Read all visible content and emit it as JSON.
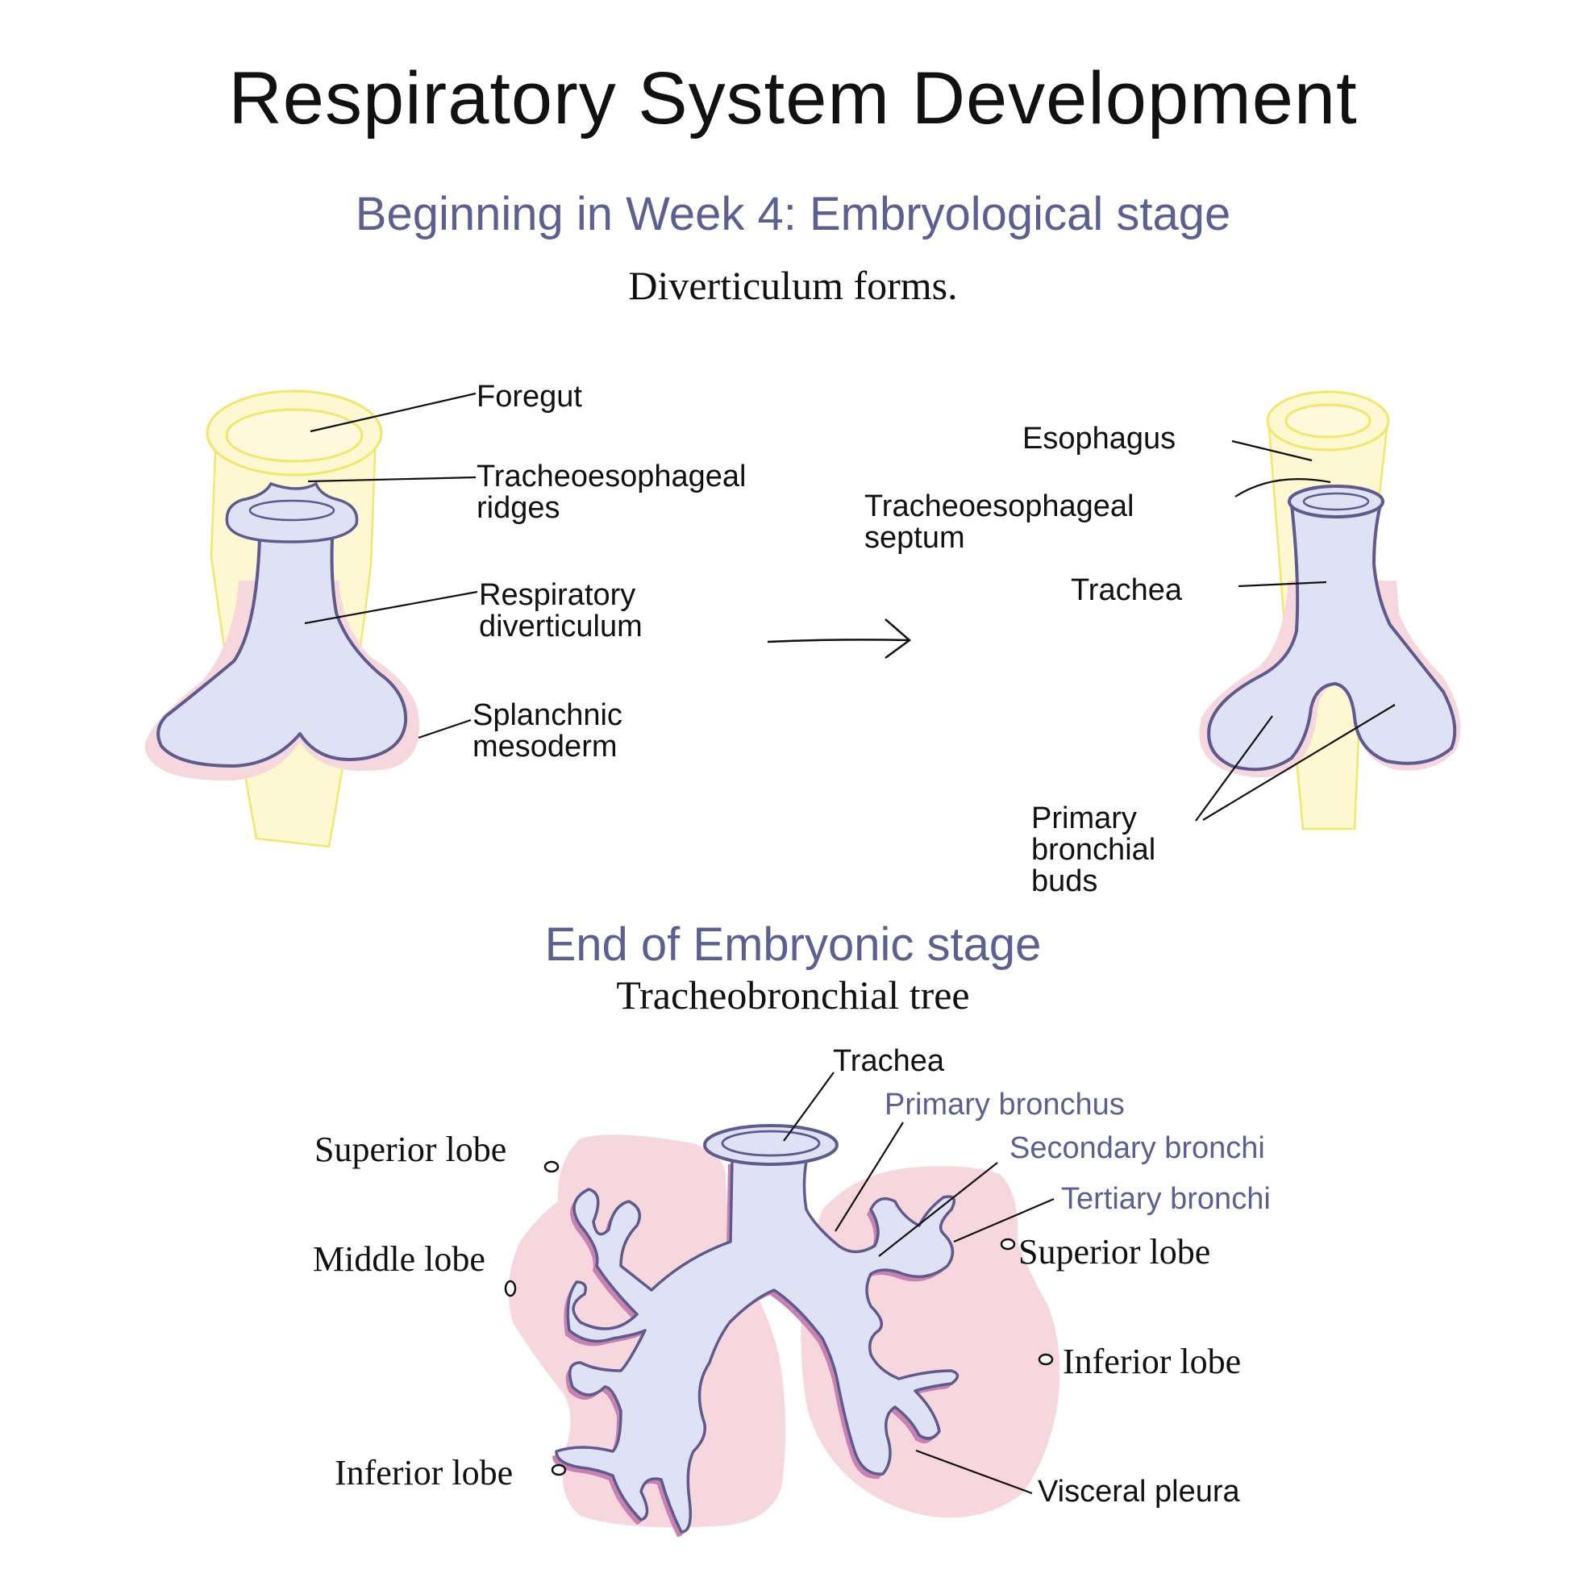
{
  "title": "Respiratory System Development",
  "section1": {
    "heading": "Beginning in Week 4: Embryological stage",
    "subheading": "Diverticulum forms."
  },
  "figure1": {
    "labels": {
      "foregut": "Foregut",
      "ridges_line1": "Tracheoesophageal",
      "ridges_line2": "ridges",
      "resp_line1": "Respiratory",
      "resp_line2": "diverticulum",
      "splanchnic_line1": "Splanchnic",
      "splanchnic_line2": "mesoderm"
    }
  },
  "figure2": {
    "labels": {
      "esophagus": "Esophagus",
      "septum_line1": "Tracheoesophageal",
      "septum_line2": "septum",
      "trachea": "Trachea",
      "buds_line1": "Primary",
      "buds_line2": "bronchial",
      "buds_line3": "buds"
    }
  },
  "section2": {
    "heading": "End of Embryonic stage",
    "subheading": "Tracheobronchial tree"
  },
  "figure3": {
    "labels": {
      "trachea": "Trachea",
      "primary_bronchus": "Primary bronchus",
      "secondary_bronchi": "Secondary bronchi",
      "tertiary_bronchi": "Tertiary bronchi",
      "left_superior_lobe": "Superior lobe",
      "left_middle_lobe": "Middle lobe",
      "left_inferior_lobe": "Inferior lobe",
      "right_superior_lobe": "Superior lobe",
      "right_inferior_lobe": "Inferior lobe",
      "visceral_pleura": "Visceral pleura"
    }
  },
  "colors": {
    "tissue_yellow": "#fdf8d2",
    "yellow_outline": "#f3e66a",
    "mesoderm_pink": "#f7d7de",
    "airway_lavender": "#dfe1f5",
    "airway_outline": "#5e5a8e",
    "pleura_outline": "#c981b0",
    "accent_text": "#5b5f91"
  }
}
